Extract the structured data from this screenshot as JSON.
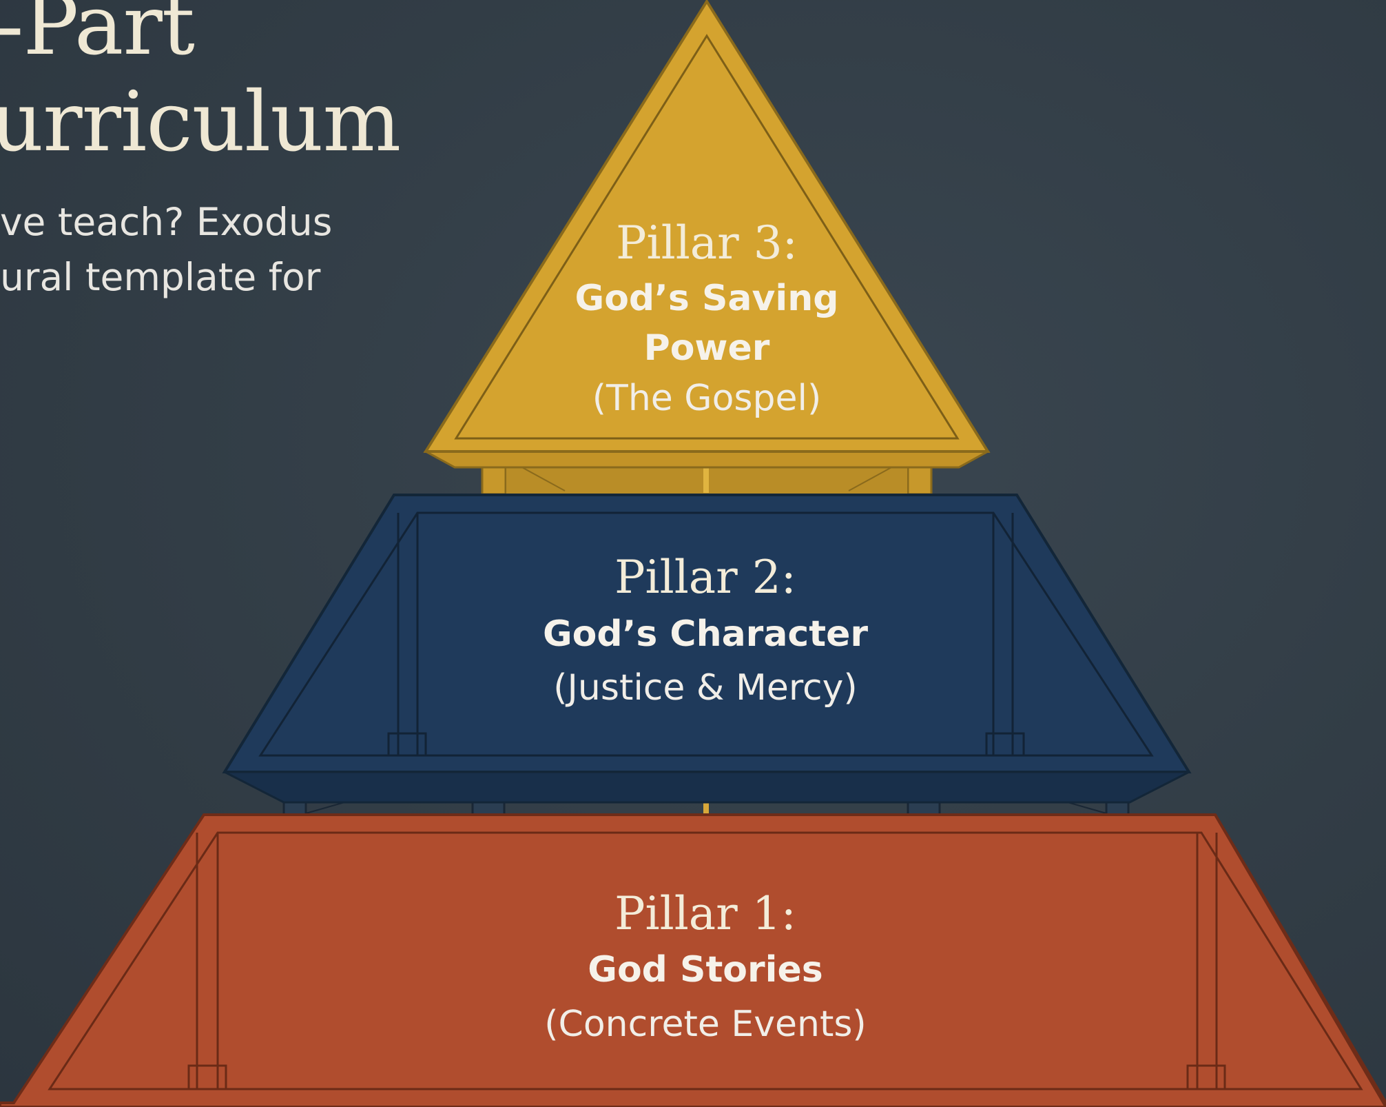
{
  "title": {
    "line1": "-Part",
    "line2": "urriculum"
  },
  "subtitle": {
    "line1": "ve teach? Exodus",
    "line2": "ural template for"
  },
  "pillars": [
    {
      "heading": "Pillar 3:",
      "name_lines": [
        "God’s Saving",
        "Power"
      ],
      "description": "(The Gospel)",
      "color": "#d4a32f"
    },
    {
      "heading": "Pillar 2:",
      "name_lines": [
        "God’s Character"
      ],
      "description": "(Justice & Mercy)",
      "color": "#1f3a5b"
    },
    {
      "heading": "Pillar 1:",
      "name_lines": [
        "God Stories"
      ],
      "description": "(Concrete Events)",
      "color": "#b04d2e"
    }
  ],
  "colors": {
    "background": "#333e47",
    "title_text": "#efe8d4"
  }
}
